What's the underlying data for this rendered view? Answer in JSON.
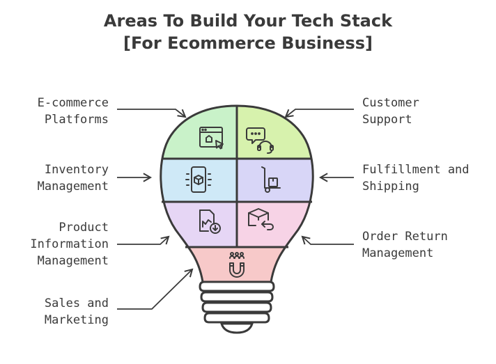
{
  "title": {
    "line1": "Areas To Build Your Tech Stack",
    "line2": "[For Ecommerce Business]"
  },
  "areas": [
    {
      "line1": "E-commerce",
      "line2": "Platforms",
      "icon": "browser-cursor-icon",
      "color": "#c9f2c9"
    },
    {
      "line1": "Customer",
      "line2": "Support",
      "icon": "chat-headset-icon",
      "color": "#d7f2ad"
    },
    {
      "line1": "Inventory",
      "line2": "Management",
      "icon": "mobile-box-icon",
      "color": "#cfe9f7"
    },
    {
      "line1": "Fulfillment and",
      "line2": "Shipping",
      "icon": "hand-truck-icon",
      "color": "#d8d6f7"
    },
    {
      "line1": "Product",
      "line2": "Information",
      "line3": "Management",
      "icon": "document-chart-icon",
      "color": "#e6d6f5"
    },
    {
      "line1": "Order Return",
      "line2": "Management",
      "icon": "box-return-icon",
      "color": "#f7d3e6"
    },
    {
      "line1": "Sales and",
      "line2": "Marketing",
      "icon": "people-magnet-icon",
      "color": "#f7c9c9"
    }
  ]
}
